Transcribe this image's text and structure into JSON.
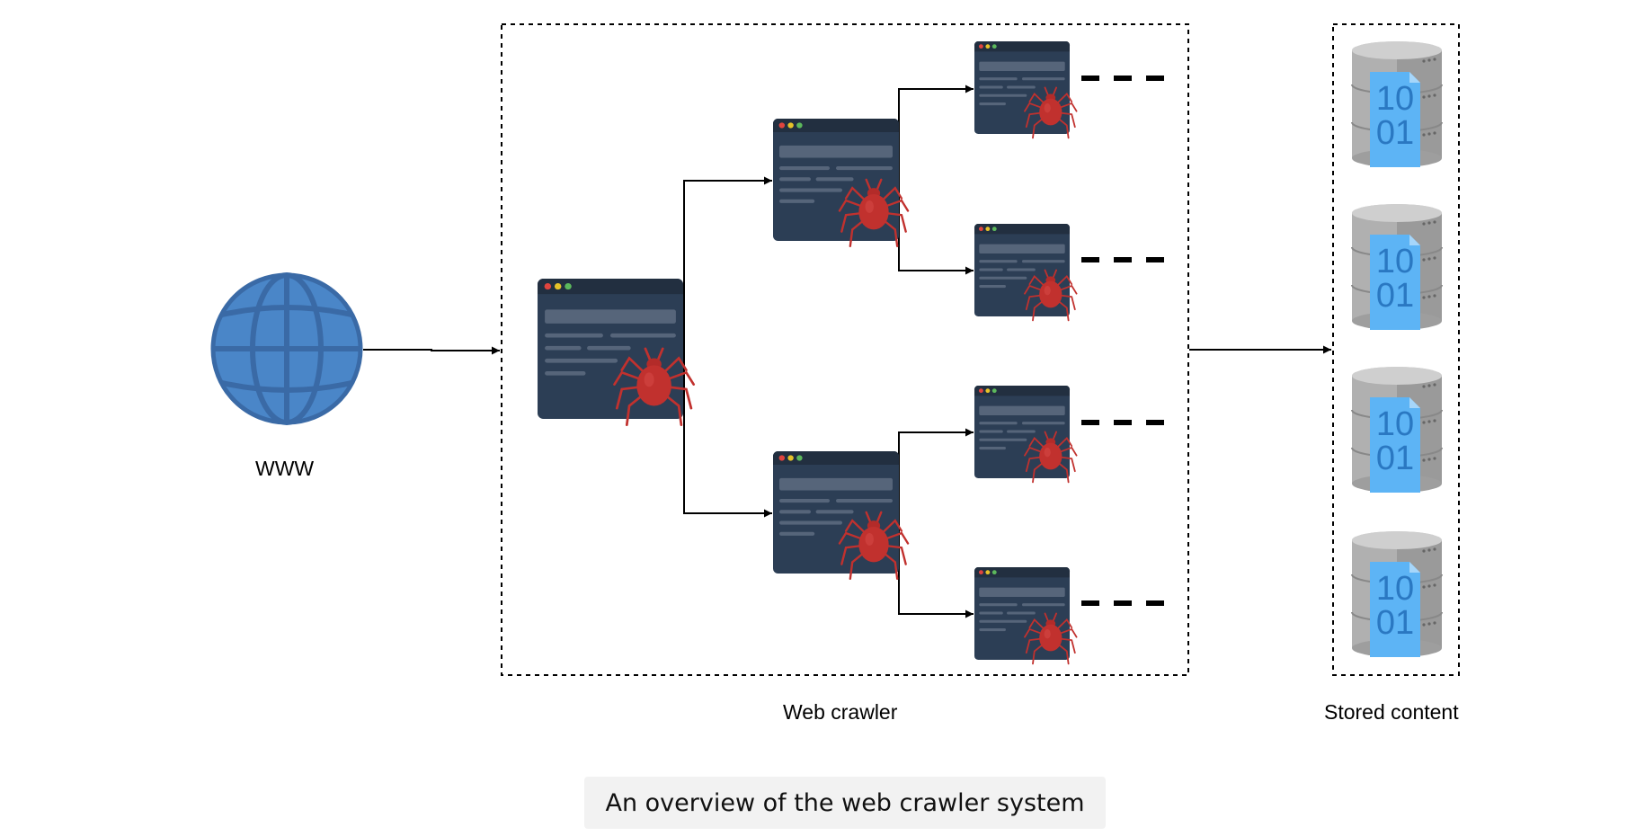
{
  "labels": {
    "www": "WWW",
    "crawler": "Web crawler",
    "storage": "Stored content"
  },
  "caption": "An overview of the web crawler system",
  "database_text": [
    "10",
    "01"
  ],
  "colors": {
    "globe": "#4a86c8",
    "globe_outline": "#3a6aa6",
    "browser_bg": "#2c3e55",
    "browser_bar": "#222f40",
    "spider": "#c1312e",
    "db_gray": "#a8a8a8",
    "db_doc": "#5db4f5",
    "db_text": "#2a78c2"
  }
}
